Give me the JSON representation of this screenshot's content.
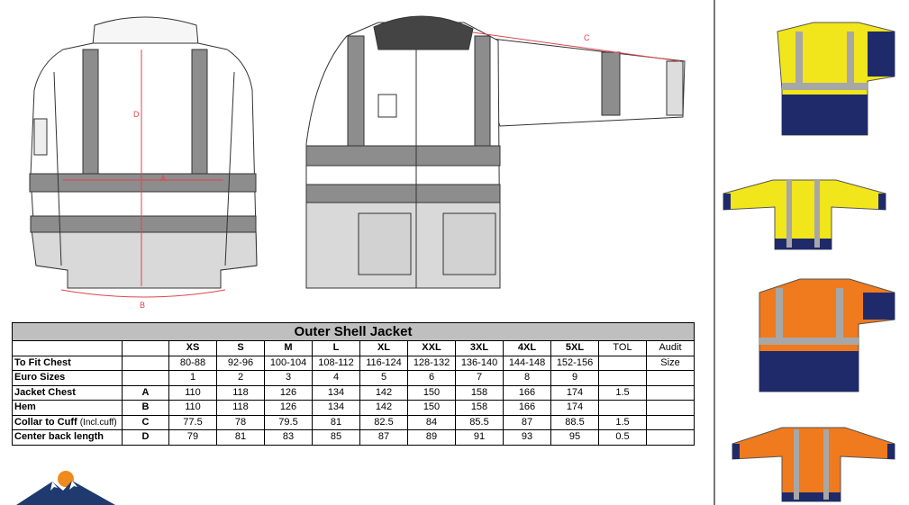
{
  "table": {
    "title": "Outer Shell Jacket",
    "headers": [
      "",
      "",
      "XS",
      "S",
      "M",
      "L",
      "XL",
      "XXL",
      "3XL",
      "4XL",
      "5XL",
      "TOL",
      "Audit"
    ],
    "rows": [
      {
        "label": "To Fit Chest",
        "code": "",
        "values": [
          "80-88",
          "92-96",
          "100-104",
          "108-112",
          "116-124",
          "128-132",
          "136-140",
          "144-148",
          "152-156"
        ],
        "tol": "",
        "audit": "Size"
      },
      {
        "label": "Euro Sizes",
        "code": "",
        "values": [
          "1",
          "2",
          "3",
          "4",
          "5",
          "6",
          "7",
          "8",
          "9"
        ],
        "tol": "",
        "audit": ""
      },
      {
        "label": "Jacket Chest",
        "code": "A",
        "values": [
          "110",
          "118",
          "126",
          "134",
          "142",
          "150",
          "158",
          "166",
          "174"
        ],
        "tol": "1.5",
        "audit": ""
      },
      {
        "label": "Hem",
        "code": "B",
        "values": [
          "110",
          "118",
          "126",
          "134",
          "142",
          "150",
          "158",
          "166",
          "174"
        ],
        "tol": "",
        "audit": ""
      },
      {
        "label": "Collar to Cuff ",
        "label_suffix": "(Incl.cuff)",
        "code": "C",
        "values": [
          "77.5",
          "78",
          "79.5",
          "81",
          "82.5",
          "84",
          "85.5",
          "87",
          "88.5"
        ],
        "tol": "1.5",
        "audit": ""
      },
      {
        "label": "Center back length",
        "code": "D",
        "values": [
          "79",
          "81",
          "83",
          "85",
          "87",
          "89",
          "91",
          "93",
          "95"
        ],
        "tol": "0.5",
        "audit": ""
      }
    ]
  },
  "diagram": {
    "back_labels": {
      "length": "D",
      "chest": "A",
      "hem": "B"
    },
    "front_labels": {
      "sleeve": "C"
    }
  },
  "photos": [
    {
      "name": "yellow-navy-jacket-photo",
      "color": "yellow"
    },
    {
      "name": "yellow-sleeves-jacket-photo",
      "color": "yellow"
    },
    {
      "name": "orange-navy-jacket-photo",
      "color": "orange"
    },
    {
      "name": "orange-sleeves-jacket-photo",
      "color": "orange"
    }
  ],
  "colors": {
    "hivis_yellow": "#f1e51b",
    "hivis_orange": "#f07a1e",
    "navy": "#1f2a6b",
    "reflective": "#a7a7a7",
    "dimension_line": "#e0454d",
    "logo_navy": "#1e3a6e",
    "logo_orange": "#f08a1c"
  },
  "logo": {
    "name": "mountain-sun-logo"
  }
}
